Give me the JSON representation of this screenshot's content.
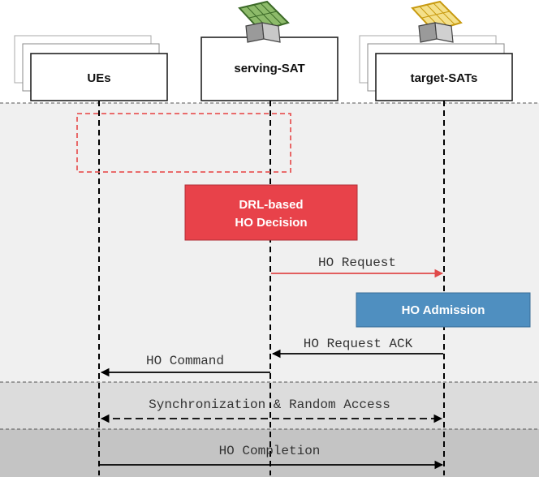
{
  "entities": {
    "ues": "UEs",
    "serving": "serving-SAT",
    "target": "target-SATs"
  },
  "process_boxes": {
    "drl_line1": "DRL-based",
    "drl_line2": "HO Decision",
    "admission": "HO Admission"
  },
  "messages": {
    "ho_request": "HO Request",
    "ho_request_ack": "HO Request ACK",
    "ho_command": "HO Command",
    "sync_random_access": "Synchronization & Random Access",
    "ho_completion": "HO Completion"
  },
  "colors": {
    "drl_box": "#e8424a",
    "admission_box": "#4f8fc0",
    "ho_request_arrow": "#e04a4a",
    "dashed_highlight": "#e85a5a",
    "serving_satellite": "#6a9a4a",
    "target_satellite": "#e8c020",
    "phase1_band": "#f0f0f0",
    "phase2_band": "#dcdcdc",
    "phase3_band": "#c4c4c4"
  },
  "icons": [
    "satellite-icon"
  ]
}
